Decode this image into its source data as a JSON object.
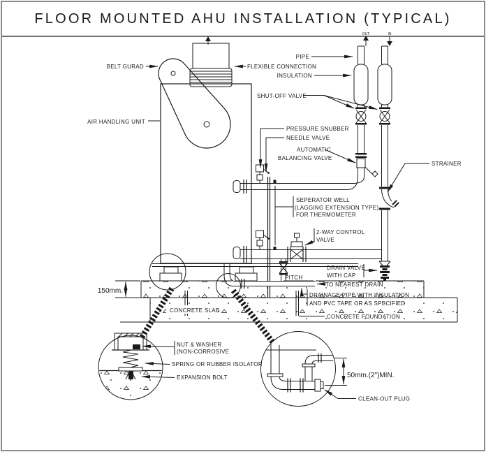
{
  "title": "FLOOR MOUNTED AHU INSTALLATION (TYPICAL)",
  "colors": {
    "ink": "#1a1a1a",
    "paper": "#ffffff"
  },
  "labels": {
    "belt_guard": "BELT GURAD",
    "air_handling_unit": "AIR HANDLING UNIT",
    "flexible_connection": "FLEXIBLE CONNECTION",
    "insulation": "INSULATION",
    "pipe": "PIPE",
    "shut_off_valve": "SHUT-OFF VALVE",
    "pressure_snubber": "PRESSURE SNUBBER",
    "needle_valve": "NEEDLE VALVE",
    "automatic_1": "AUTOMATIC",
    "automatic_2": "BALANCING VALVE",
    "strainer": "STRAINER",
    "separator_1": "SEPERATOR WELL",
    "separator_2": "(LAGGING EXTENSION TYPE)",
    "separator_3": "FOR THERMOMETER",
    "two_way_1": "2-WAY CONTROL",
    "two_way_2": "VALVE",
    "drain_valve_1": "DRAIN VALVE",
    "drain_valve_2": "WITH CAP",
    "pitch": "PITCH",
    "to_nearest_drain": "TO NEAREST DRAIN",
    "drainage_1": "DRAINAGE PIPE WITH INSULATION",
    "drainage_2": "AND PVC TAPE OR AS SPECIFIED",
    "concrete_foundation": "CONCRETE FOUNDATION",
    "concrete_slab": "CONCRETE SLAB",
    "dim_150": "150mm.",
    "nut_1": "NUT & WASHER",
    "nut_2": "(NON-CORROSIVE",
    "spring_isolator": "SPRING OR RUBBER ISOLATOR",
    "expansion_bolt": "EXPANSION BOLT",
    "dim_50": "50mm.(2\")MIN.",
    "clean_out_plug": "CLEAN-OUT PLUG",
    "flow_out": "OUT",
    "flow_in": "IN"
  }
}
